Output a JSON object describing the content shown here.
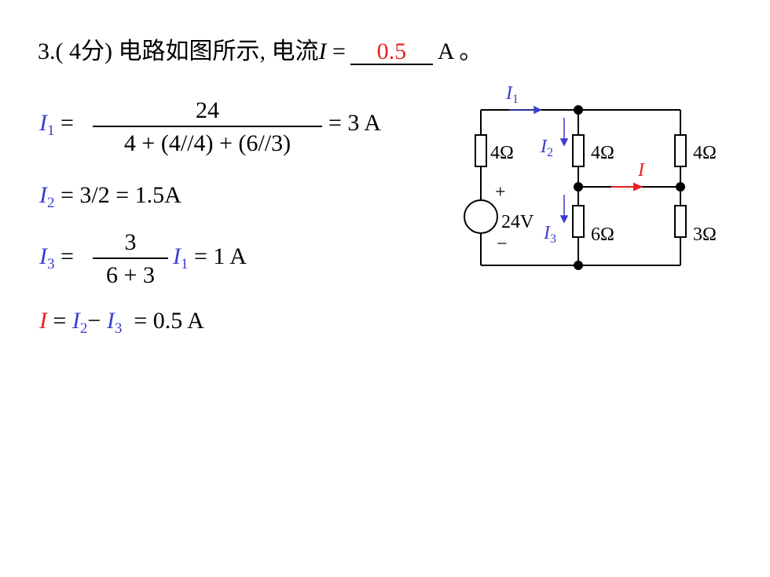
{
  "question": {
    "number": "3.(",
    "points": " 4分)",
    "text": " 电路如图所示, 电流",
    "var": "I",
    "eq": " =",
    "answer": "0.5",
    "unit": "A 。"
  },
  "solution": {
    "l1_var": "I",
    "l1_sub": "1",
    "l1_eq": "=",
    "l1_num": "24",
    "l1_den": "4 + (4//4) + (6//3)",
    "l1_result": "= 3 A",
    "l2_var": "I",
    "l2_sub": "2",
    "l2_text": "= 3/2 = 1.5A",
    "l3_var": "I",
    "l3_sub": "3",
    "l3_eq": "=",
    "l3_num": "3",
    "l3_den": "6 + 3",
    "l3_mul_var": "I",
    "l3_mul_sub": "1",
    "l3_result": "= 1 A",
    "l4_var": "I",
    "l4_eq": "=",
    "l4_a": "I",
    "l4_a_sub": "2",
    "l4_minus": "−",
    "l4_b": "I",
    "l4_b_sub": "3",
    "l4_result": "= 0.5 A"
  },
  "circuit": {
    "source_label": "24V",
    "plus": "+",
    "minus": "−",
    "r_left_top": "4Ω",
    "r_mid_top": "4Ω",
    "r_right_top": "4Ω",
    "r_mid_bottom": "6Ω",
    "r_right_bottom": "3Ω",
    "i1": "I",
    "i1_sub": "1",
    "i2": "I",
    "i2_sub": "2",
    "i3": "I",
    "i3_sub": "3",
    "i": "I",
    "colors": {
      "blue": "#3b3ecf",
      "red": "#e8201e"
    }
  }
}
